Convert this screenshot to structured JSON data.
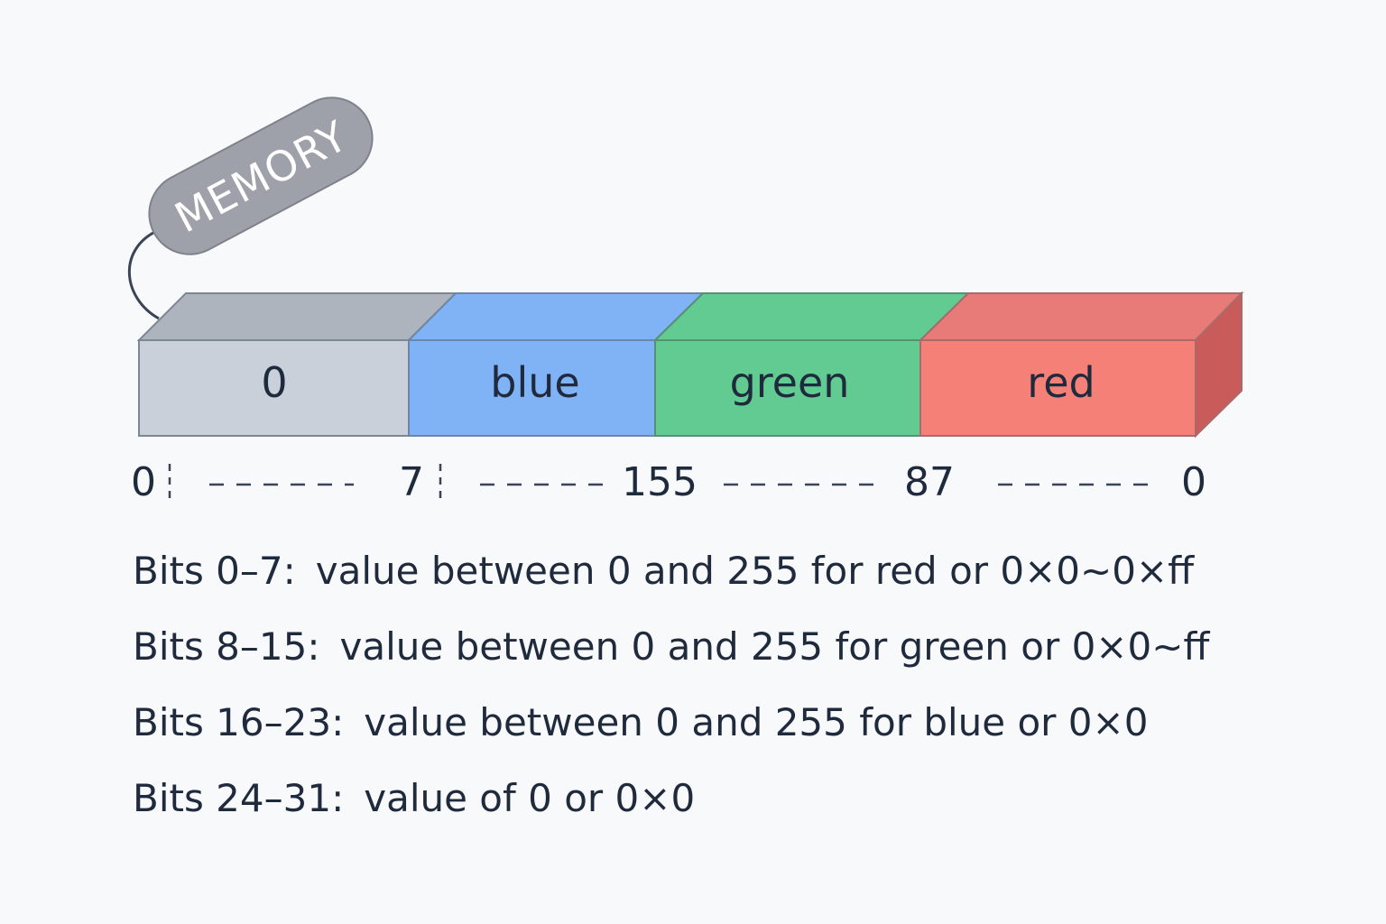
{
  "memory_tag": {
    "label": "MEMORY"
  },
  "segments": [
    {
      "label": "0",
      "front": "#c9d0d9",
      "top": "#adb4bd",
      "stroke": "#7d8794"
    },
    {
      "label": "blue",
      "front": "#80b3f6",
      "top": "#80b3f6",
      "stroke": "#6c86a8"
    },
    {
      "label": "green",
      "front": "#62cb92",
      "top": "#62cb92",
      "stroke": "#5a8f72"
    },
    {
      "label": "red",
      "front": "#f58078",
      "top": "#e87a78",
      "side": "#c95c5b",
      "stroke": "#a86a6a"
    }
  ],
  "scale": {
    "ticks": [
      "0",
      "7",
      "155",
      "87",
      "0"
    ]
  },
  "bit_descriptions": [
    {
      "bits": "Bits 0–7:",
      "text": "value between 0 and 255 for red or 0×0~0×ff"
    },
    {
      "bits": "Bits 8–15:",
      "text": "value between 0 and 255 for green or 0×0~ff"
    },
    {
      "bits": "Bits 16–23:",
      "text": "value between 0 and 255 for blue or 0×0"
    },
    {
      "bits": "Bits 24–31:",
      "text": "value of 0 or 0×0"
    }
  ],
  "colors": {
    "tag_fill": "#9ea1aa",
    "tag_stroke": "#7e828c",
    "text": "#1f2a3d",
    "background": "#f8f9fb"
  }
}
